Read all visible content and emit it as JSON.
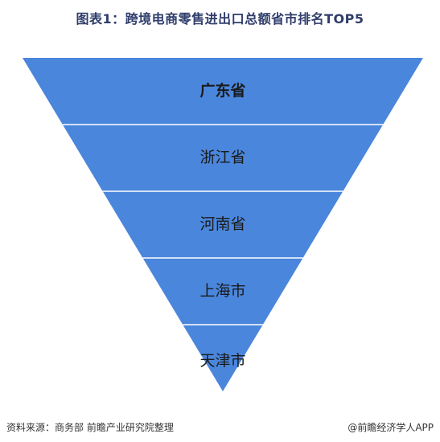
{
  "title": "图表1：跨境电商零售进出口总额省市排名TOP5",
  "chart_data": {
    "type": "funnel",
    "categories": [
      "广东省",
      "浙江省",
      "河南省",
      "上海市",
      "天津市"
    ],
    "ranks": [
      1,
      2,
      3,
      4,
      5
    ],
    "colors": {
      "fill": "#4a86dc",
      "divider": "#ffffff",
      "label": "#1a1a1a"
    }
  },
  "footer": {
    "source": "资料来源：商务部 前瞻产业研究院整理",
    "credit": "@前瞻经济学人APP"
  }
}
